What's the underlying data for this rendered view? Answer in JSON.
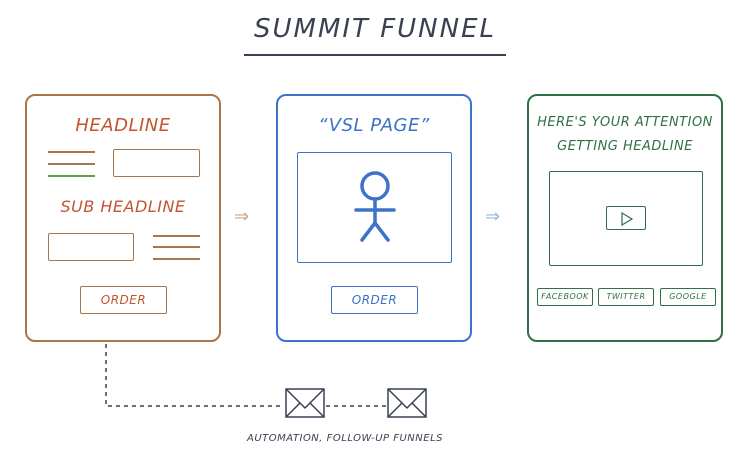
{
  "title": "Summit Funnel",
  "page1": {
    "headline": "Headline",
    "subheadline": "Sub Headline",
    "button": "Order"
  },
  "page2": {
    "headline": "“VSL Page”",
    "button": "Order"
  },
  "page3": {
    "headline_line1": "Here's your attention",
    "headline_line2": "getting headline",
    "buttons": [
      "Facebook",
      "Twitter",
      "Google"
    ]
  },
  "arrow": "⇒",
  "footer": {
    "caption": "Automation, follow-up funnels"
  },
  "colors": {
    "page1": "#a8764a",
    "page1_text": "#c4542f",
    "page2": "#3c72c8",
    "page3": "#2f7046",
    "ink": "#3a4152"
  }
}
